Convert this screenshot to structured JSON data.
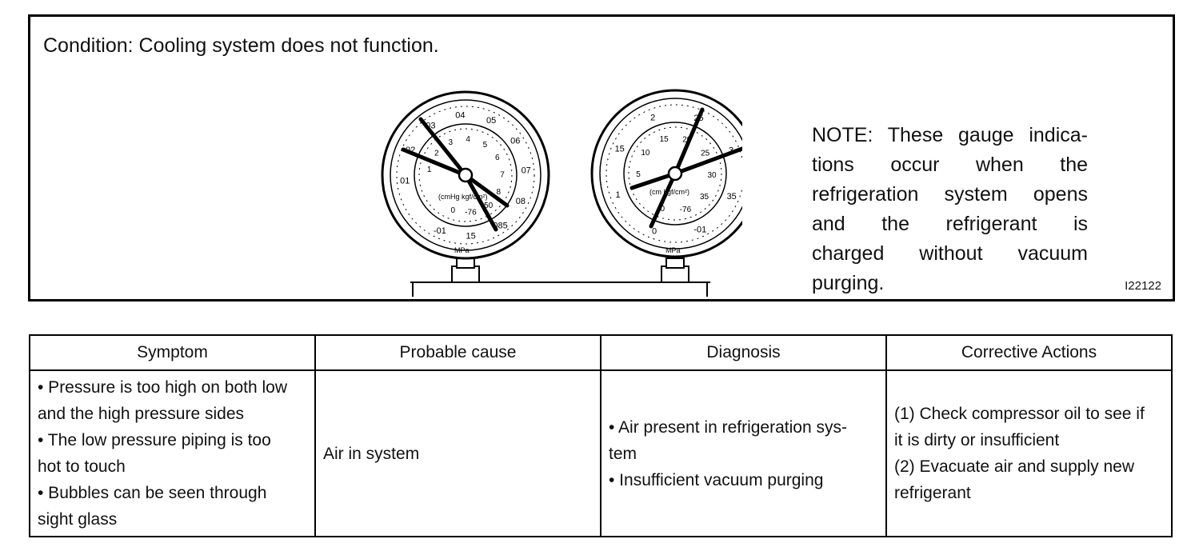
{
  "figure": {
    "condition": "Condition: Cooling system does not function.",
    "note_lines": [
      "NOTE: These gauge indica-",
      "tions occur when the",
      "refrigeration system opens",
      "and the refrigerant is",
      "charged without vacuum",
      "purging."
    ],
    "figure_id": "I22122",
    "low_gauge": {
      "outer_labels": [
        "01",
        "02",
        "03",
        "04",
        "05",
        "06",
        "07",
        "08",
        "085",
        "15",
        "-01"
      ],
      "inner_labels": [
        "1",
        "2",
        "3",
        "4",
        "5",
        "6",
        "7",
        "8",
        "-50",
        "-76",
        "0"
      ],
      "unit_label": "(cmHg kgf/cm²)",
      "mpa_label": "MPa"
    },
    "high_gauge": {
      "outer_labels": [
        "1",
        "15",
        "2",
        "25",
        "3",
        "35",
        "-01",
        "0"
      ],
      "inner_labels": [
        "5",
        "10",
        "15",
        "20",
        "25",
        "30",
        "35",
        "-76",
        "0"
      ],
      "unit_label": "(cm kgf/cm²)",
      "mpa_label": "MPa"
    }
  },
  "table": {
    "headers": [
      "Symptom",
      "Probable cause",
      "Diagnosis",
      "Corrective Actions"
    ],
    "symptom": [
      "• Pressure is too high on both low",
      "and the high pressure sides",
      "• The low pressure piping is too",
      "hot to touch",
      "• Bubbles can be seen through",
      "sight glass"
    ],
    "cause": [
      "Air in system"
    ],
    "diagnosis": [
      "• Air present in refrigeration sys-",
      "tem",
      "• Insufficient vacuum purging"
    ],
    "actions": [
      "(1) Check compressor oil to see if",
      "it is dirty or insufficient",
      "(2) Evacuate air and supply new",
      "refrigerant"
    ]
  }
}
